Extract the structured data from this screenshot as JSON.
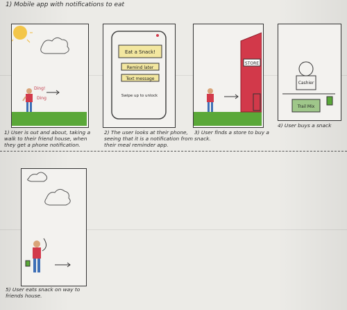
{
  "title": "1) Mobile app with notifications to eat",
  "panels": {
    "p1": {
      "caption": "1) User is out and about, taking a walk to their friend house, when they get a phone notification."
    },
    "p2": {
      "caption": "2) The user looks at their phone, seeing that it is a notification from their meal reminder app.",
      "phone": {
        "message": "Eat a Snack!",
        "button_remind": "Remind later",
        "button_text": "Text message",
        "swipe": "Swipe up to unlock"
      }
    },
    "p3": {
      "caption": "3) User finds a store to buy a snack.",
      "store_sign": "STORE"
    },
    "p4": {
      "caption": "4) User buys a snack",
      "cashier_label": "Cashier",
      "item_label": "Trail Mix"
    },
    "p5": {
      "caption": "5) User eats snack on way to friends house."
    },
    "p1_sound": [
      "Ding!",
      "Ding"
    ]
  },
  "colors": {
    "paper": "#ecebe7",
    "grass": "#5aa838",
    "store_red": "#d2394a",
    "phone_yellow": "#f3e7a0",
    "sun": "#f3c64a"
  }
}
